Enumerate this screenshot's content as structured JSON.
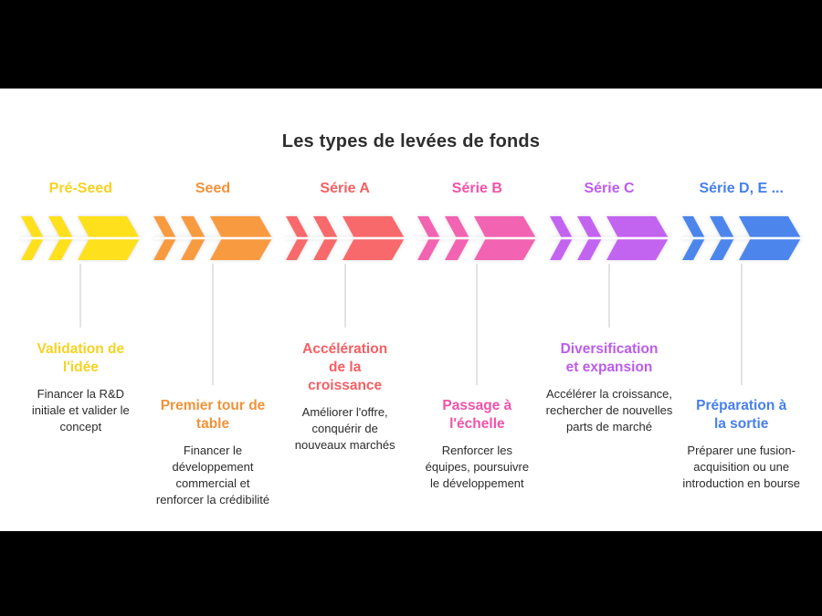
{
  "title": "Les types de levées de fonds",
  "title_color": "#2e2e2e",
  "connector_color": "#e3e3e3",
  "stages": [
    {
      "label": "Pré-Seed",
      "color": "#FFE01C",
      "text_color": "#F5D322",
      "subtitle": "Validation de\nl'idée",
      "description": "Financer la R&D\ninitiale et valider le\nconcept"
    },
    {
      "label": "Seed",
      "color": "#F89B40",
      "text_color": "#EF9339",
      "subtitle": "Premier tour de\ntable",
      "description": "Financer le\ndéveloppement\ncommercial et\nrenforcer la crédibilité"
    },
    {
      "label": "Série A",
      "color": "#F8696C",
      "text_color": "#F55F63",
      "subtitle": "Accélération\nde la\ncroissance",
      "description": "Améliorer l'offre,\nconquérir de\nnouveaux marchés"
    },
    {
      "label": "Série B",
      "color": "#F263B1",
      "text_color": "#F153A8",
      "subtitle": "Passage à\nl'échelle",
      "description": "Renforcer les\néquipes, poursuivre\nle développement"
    },
    {
      "label": "Série C",
      "color": "#C364F0",
      "text_color": "#BD5BEE",
      "subtitle": "Diversification\net expansion",
      "description": "Accélérer la croissance,\nrechercher de nouvelles\nparts de marché"
    },
    {
      "label": "Série D, E ...",
      "color": "#4C86EC",
      "text_color": "#4680EA",
      "subtitle": "Préparation à\nla sortie",
      "description": "Préparer une fusion-\nacquisition ou une\nintroduction en bourse"
    }
  ]
}
